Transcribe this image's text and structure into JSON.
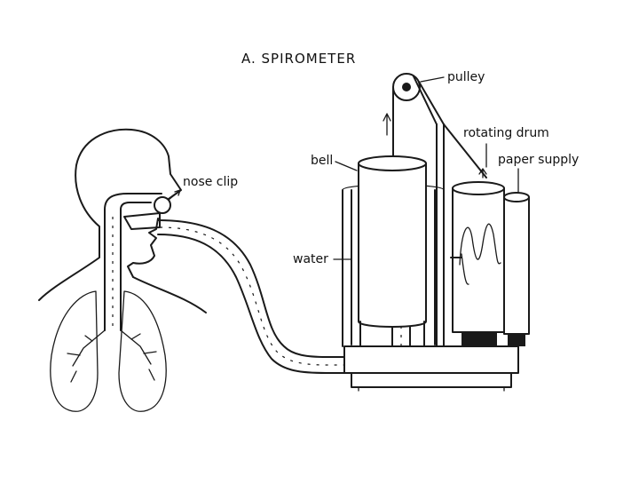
{
  "diagram": {
    "title": "A. SPIROMETER",
    "labels": {
      "pulley": "pulley",
      "rotating_drum": "rotating drum",
      "paper_supply": "paper supply",
      "bell": "bell",
      "nose_clip": "nose clip",
      "water": "water"
    }
  }
}
